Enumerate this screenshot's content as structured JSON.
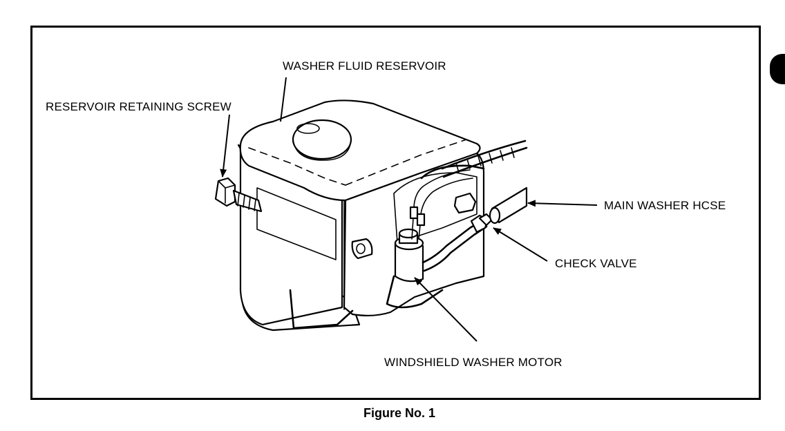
{
  "figure": {
    "caption": "Figure No. 1"
  },
  "labels": {
    "washer_fluid_reservoir": "WASHER FLUID RESERVOIR",
    "reservoir_retaining_screw": "RESERVOIR RETAINING SCREW",
    "main_washer_hose": "MAIN WASHER HCSE",
    "check_valve": "CHECK VALVE",
    "windshield_washer_motor": "WINDSHIELD WASHER MOTOR"
  }
}
